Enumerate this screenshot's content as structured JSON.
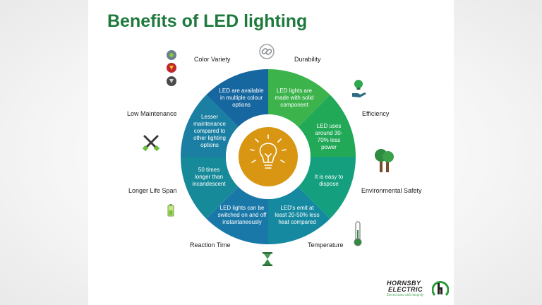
{
  "title": "Benefits of LED lighting",
  "labels": {
    "color_variety": "Color Variety",
    "durability": "Durability",
    "efficiency": "Efficiency",
    "environmental_safety": "Environmental Safety",
    "temperature": "Temperature",
    "reaction_time": "Reaction Time",
    "longer_life_span": "Longer Life Span",
    "low_maintenance": "Low Maintenance"
  },
  "segments": {
    "durability": "LED lights are made with solid component",
    "efficiency": "LED uses around 30-70% less power",
    "environmental": "It is easy to dispose",
    "temperature": "LED's emit at least 20-50% less heat compared",
    "reaction": "LED lights can be switched on and off instantaneously",
    "lifespan": "50 times longer than incandescent",
    "maintenance": "Lesser maintenance compared to other lighting options",
    "color": "LED are available in multiple colour options"
  },
  "logo": {
    "line1": "HORNSBY",
    "line2": "ELECTRIC",
    "tagline": "Electricians with integrity"
  },
  "colors": {
    "title": "#1e7a3c",
    "green_light": "#3cb44b",
    "green_mid": "#22a957",
    "teal": "#14a07e",
    "teal_blue": "#178f92",
    "blue": "#1a7aa4",
    "blue_dark": "#1667a0",
    "center": "#d89612"
  },
  "icons": [
    "color-dots-icon",
    "chain-link-icon",
    "lightbulb-hand-icon",
    "trees-icon",
    "thermometer-icon",
    "hourglass-icon",
    "battery-icon",
    "tools-icon",
    "bulb-center-icon"
  ]
}
